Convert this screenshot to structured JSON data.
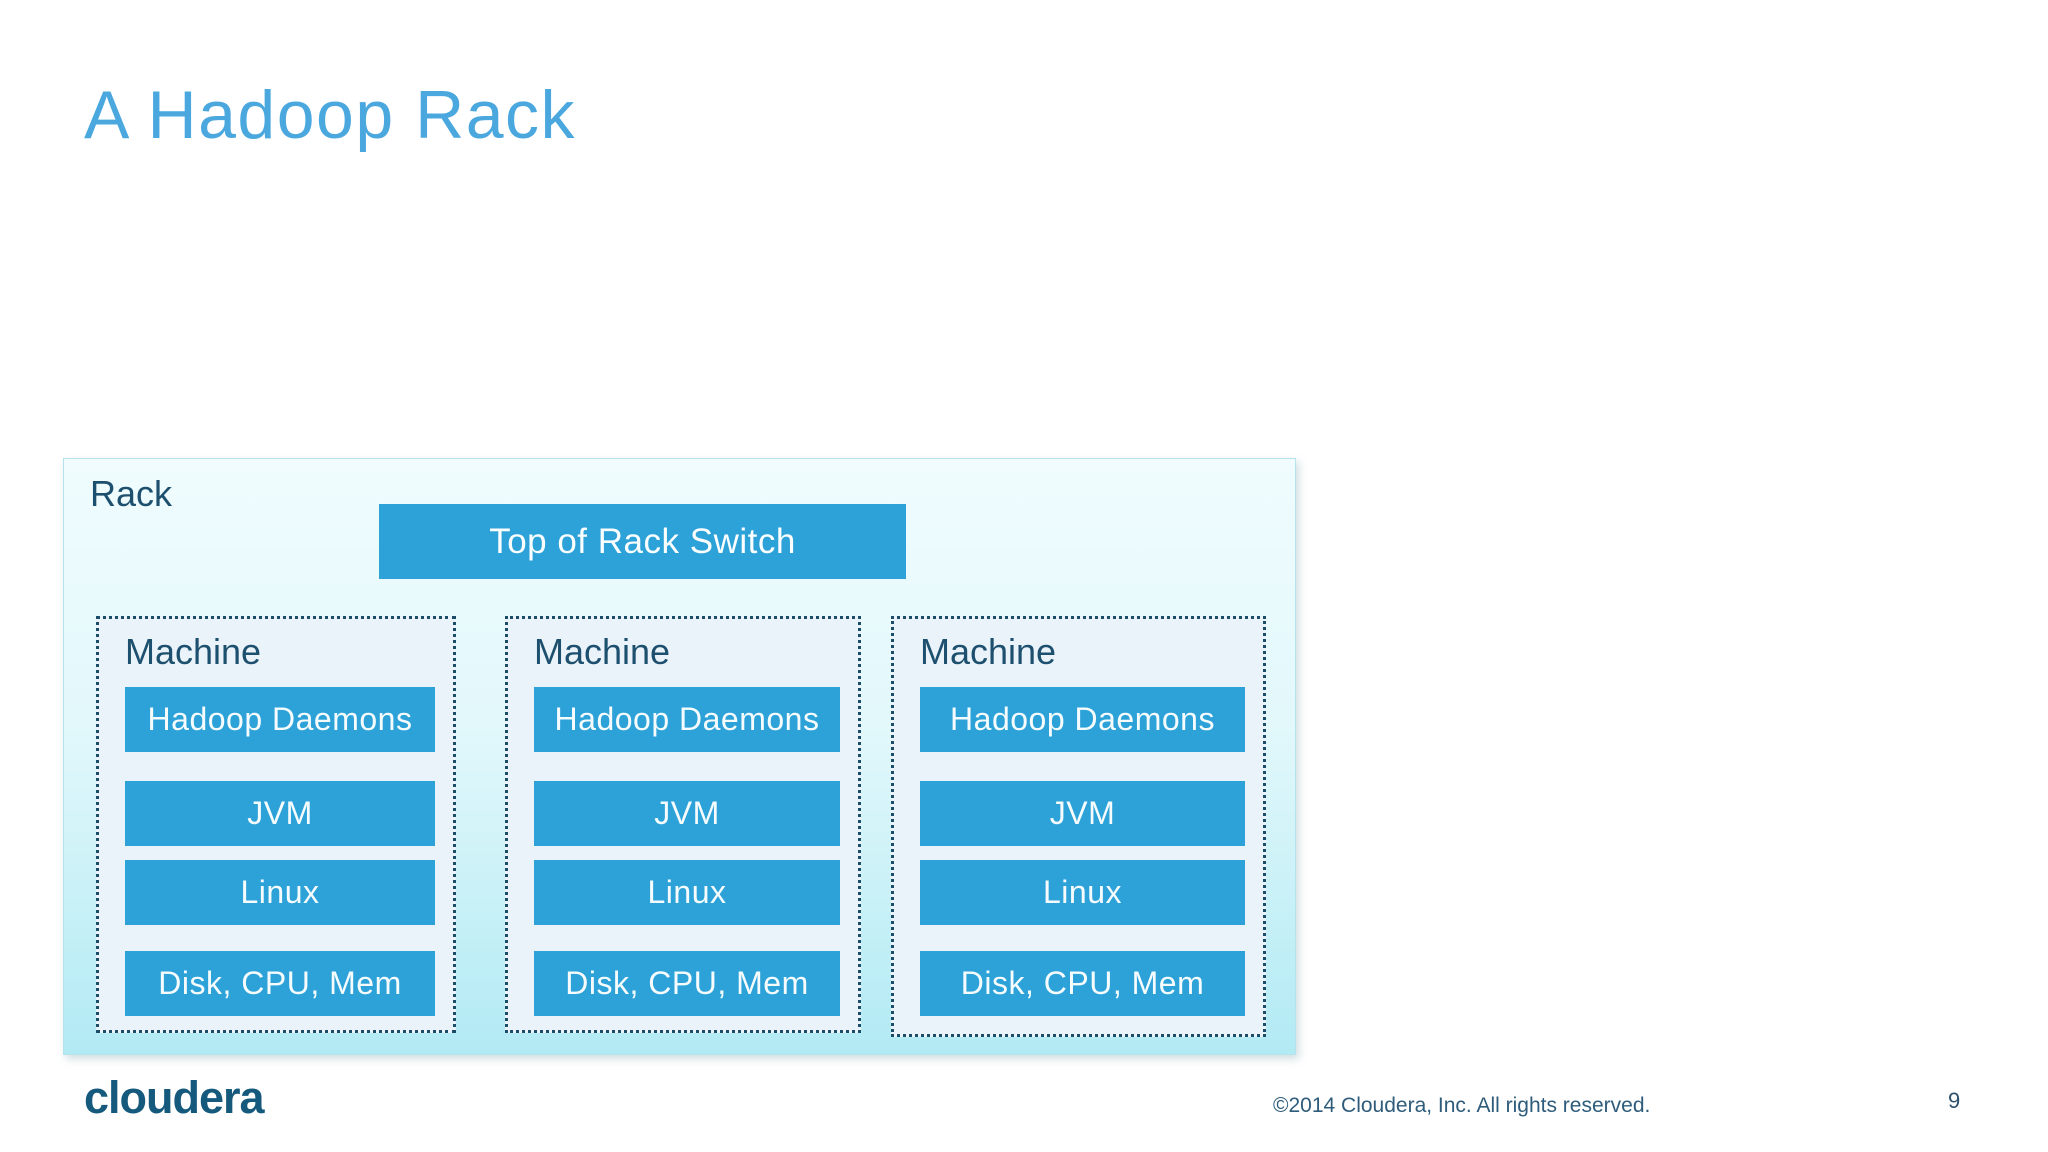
{
  "slide": {
    "title": "A Hadoop Rack",
    "page_number": "9"
  },
  "diagram": {
    "rack_label": "Rack",
    "switch_label": "Top of Rack Switch",
    "machines": [
      {
        "label": "Machine",
        "layers": [
          "Hadoop Daemons",
          "JVM",
          "Linux",
          "Disk, CPU, Mem"
        ]
      },
      {
        "label": "Machine",
        "layers": [
          "Hadoop Daemons",
          "JVM",
          "Linux",
          "Disk, CPU, Mem"
        ]
      },
      {
        "label": "Machine",
        "layers": [
          "Hadoop Daemons",
          "JVM",
          "Linux",
          "Disk, CPU, Mem"
        ]
      }
    ]
  },
  "footer": {
    "logo_text": "cloudera",
    "copyright": "©2014 Cloudera, Inc. All rights reserved."
  },
  "colors": {
    "title_blue": "#4BA8DE",
    "box_blue": "#2CA2D8",
    "label_navy": "#1D4F6E",
    "dotted_border_navy": "#1B4D68",
    "rack_gradient_top": "#F0FCFE",
    "rack_gradient_bottom": "#B2EAF4",
    "machine_fill": "#EAF3F9",
    "logo_navy": "#15597D",
    "footer_text": "#2E5C7A",
    "background": "#FFFFFF"
  }
}
